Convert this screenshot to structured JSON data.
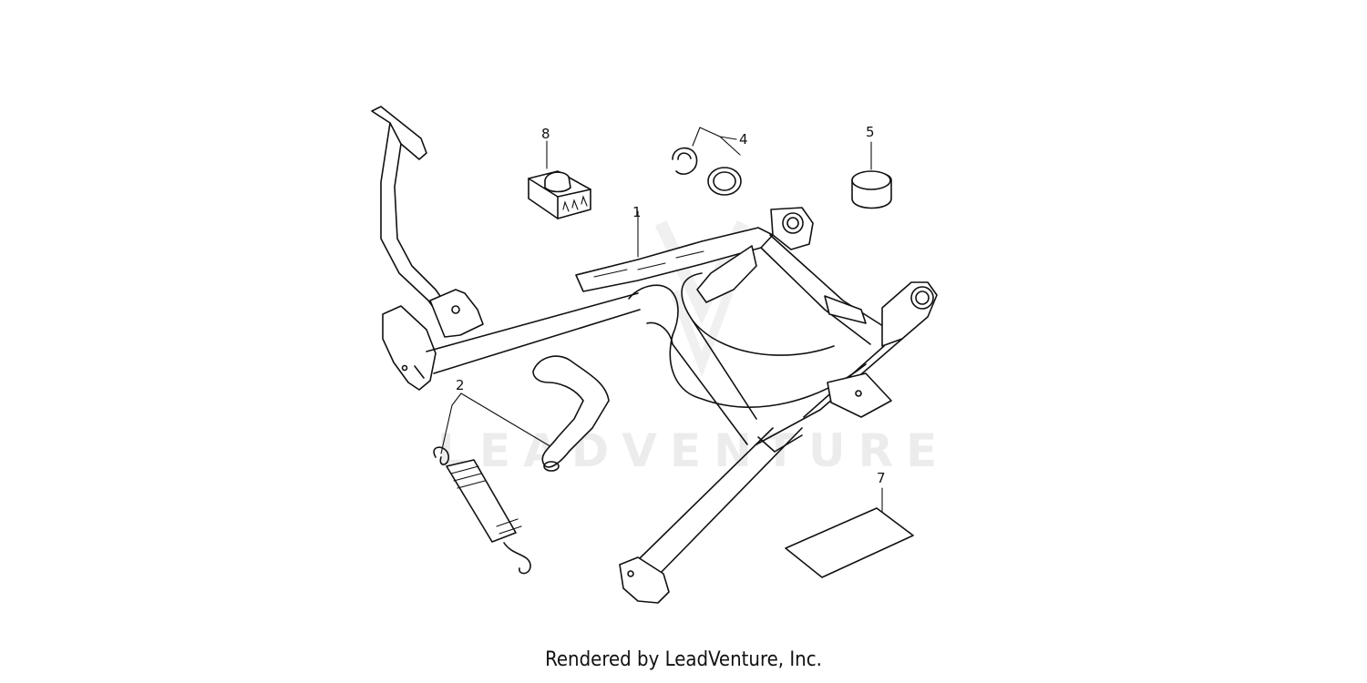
{
  "diagram": {
    "callouts": [
      "1",
      "2",
      "4",
      "5",
      "7",
      "8"
    ],
    "watermark": "LEADVENTURE"
  },
  "footer": {
    "credit": "Rendered by LeadVenture, Inc."
  }
}
